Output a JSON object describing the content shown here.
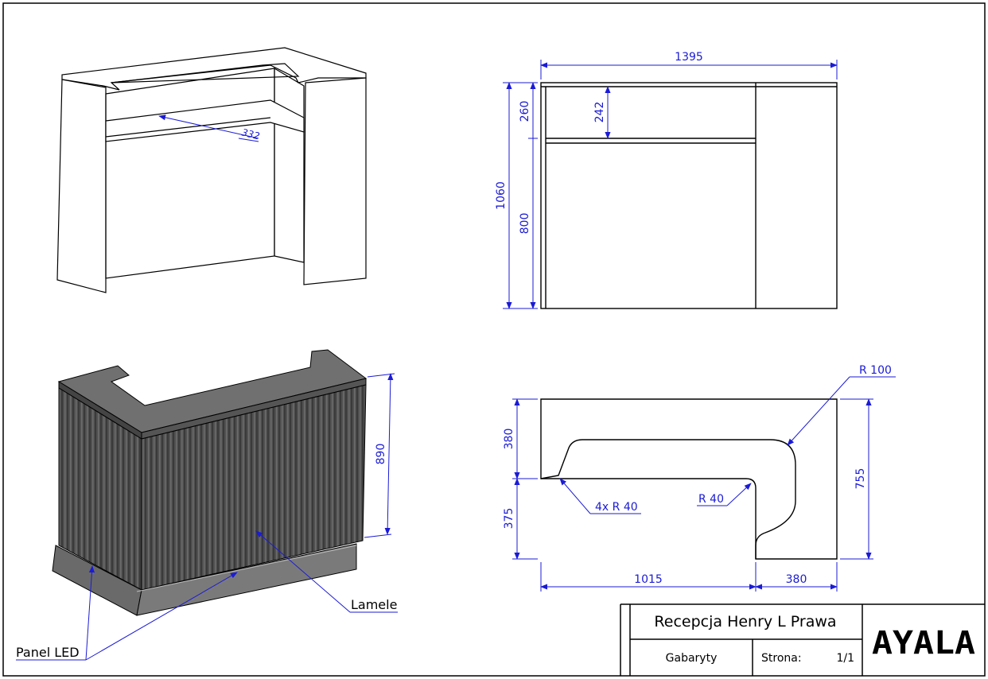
{
  "drawing": {
    "front_view": {
      "width": "1395",
      "height_total": "1060",
      "height_top": "260",
      "height_bottom": "800",
      "shelf_gap": "242"
    },
    "top_view": {
      "radius_large": "R 100",
      "radius_corner": "R 40",
      "radius_four": "4x R 40",
      "depth_back": "380",
      "depth_front": "375",
      "depth_total": "755",
      "width_main": "1015",
      "width_return": "380"
    },
    "iso_back": {
      "shelf_depth": "332"
    },
    "iso_front": {
      "height": "890",
      "label_slats": "Lamele",
      "label_led": "Panel LED"
    },
    "title_block": {
      "title": "Recepcja Henry L Prawa",
      "subtitle": "Gabaryty",
      "page_label": "Strona:",
      "page_value": "1/1",
      "logo": "AYALA"
    }
  },
  "colors": {
    "dimension": "#1b1bd6",
    "outline": "#000000",
    "body_fill": "#5a5a5a",
    "top_fill": "#707070",
    "logo_accent": "#d42020"
  }
}
